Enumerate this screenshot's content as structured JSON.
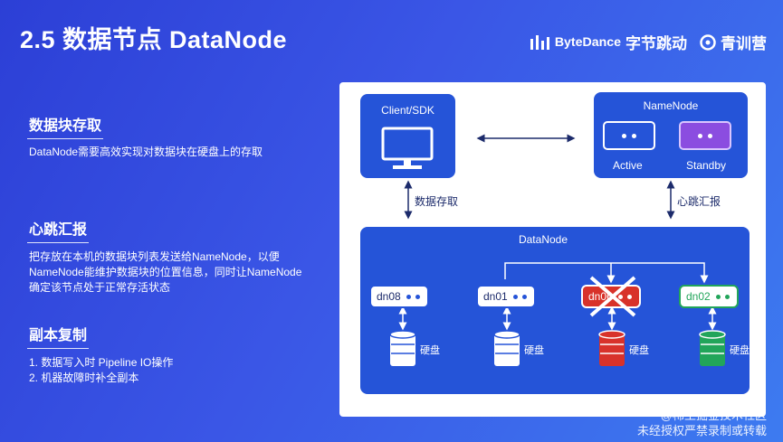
{
  "header": {
    "title": "2.5 数据节点 DataNode"
  },
  "brand": {
    "bytedance_small": "ByteDance",
    "bytedance": "字节跳动",
    "youth": "青训营"
  },
  "sections": [
    {
      "title": "数据块存取",
      "lines": [
        "DataNode需要高效实现对数据块在硬盘上的存取"
      ]
    },
    {
      "title": "心跳汇报",
      "lines": [
        "把存放在本机的数据块列表发送给NameNode，以便",
        "NameNode能维护数据块的位置信息，同时让NameNode",
        "确定该节点处于正常存活状态"
      ]
    },
    {
      "title": "副本复制",
      "lines": [
        "1. 数据写入时 Pipeline IO操作",
        "2. 机器故障时补全副本"
      ]
    }
  ],
  "diagram": {
    "client": "Client/SDK",
    "namenode": {
      "title": "NameNode",
      "active": "Active",
      "standby": "Standby"
    },
    "data_access_label": "数据存取",
    "heartbeat_label": "心跳汇报",
    "datanode_title": "DataNode",
    "nodes": [
      {
        "name": "dn08",
        "disk": "硬盘",
        "color": "#2554d8"
      },
      {
        "name": "dn01",
        "disk": "硬盘",
        "color": "#2554d8"
      },
      {
        "name": "dn06",
        "disk": "硬盘",
        "color": "#d8322a"
      },
      {
        "name": "dn02",
        "disk": "硬盘",
        "color": "#22a55a"
      }
    ]
  },
  "watermark": {
    "line1": "@稀土掘金技术社区",
    "line2": "未经授权严禁录制或转载"
  },
  "colors": {
    "primary": "#2554d8",
    "standby": "#8b4de0",
    "failed": "#d8322a",
    "ok": "#22a55a"
  }
}
